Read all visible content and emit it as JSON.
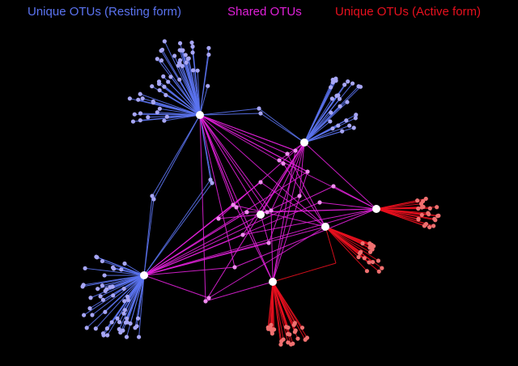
{
  "legend": {
    "resting": "Unique OTUs (Resting form)",
    "shared": "Shared OTUs",
    "active": "Unique OTUs (Active form)"
  },
  "colors": {
    "background": "#000000",
    "resting": "#5b73f0",
    "shared": "#e020d8",
    "active": "#e8101e",
    "resting_node": "#a7a6f5",
    "shared_node": "#f08cf0",
    "active_node": "#f07070",
    "sample_node": "#ffffff"
  },
  "network": {
    "sample_count": 7,
    "resting_samples": 3,
    "active_samples": 4
  }
}
